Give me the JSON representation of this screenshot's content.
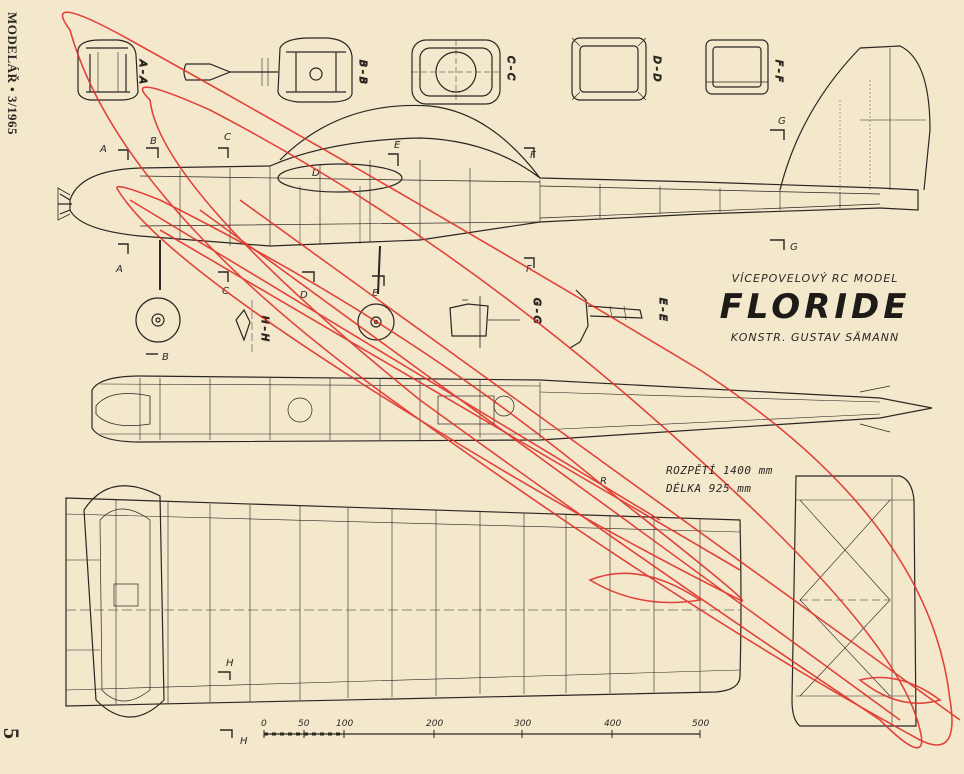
{
  "margin": {
    "publication": "MODELÁŘ • 3/1965",
    "page_number": "5"
  },
  "title_block": {
    "subtitle": "VÍCEPOVELOVÝ RC MODEL",
    "title": "FLORIDE",
    "designer": "KONSTR. GUSTAV SÄMANN"
  },
  "specs": {
    "span": "ROZPĚTÍ 1400 mm",
    "length": "DÉLKA 925 mm"
  },
  "section_labels": {
    "aa": "A - A",
    "bb": "B - B",
    "cc": "C - C",
    "dd": "D - D",
    "ff": "F - F",
    "gg": "G - G",
    "ee": "E - E",
    "hh": "H - H"
  },
  "cut_markers": [
    "A",
    "B",
    "C",
    "D",
    "E",
    "F",
    "G",
    "H",
    "R"
  ],
  "scale_bar": {
    "ticks": [
      "0",
      "50",
      "100",
      "200",
      "300",
      "400",
      "500"
    ]
  },
  "colors": {
    "paper": "#f3e8cc",
    "ink": "#2a2622",
    "red_overlay": "#e0322b"
  }
}
